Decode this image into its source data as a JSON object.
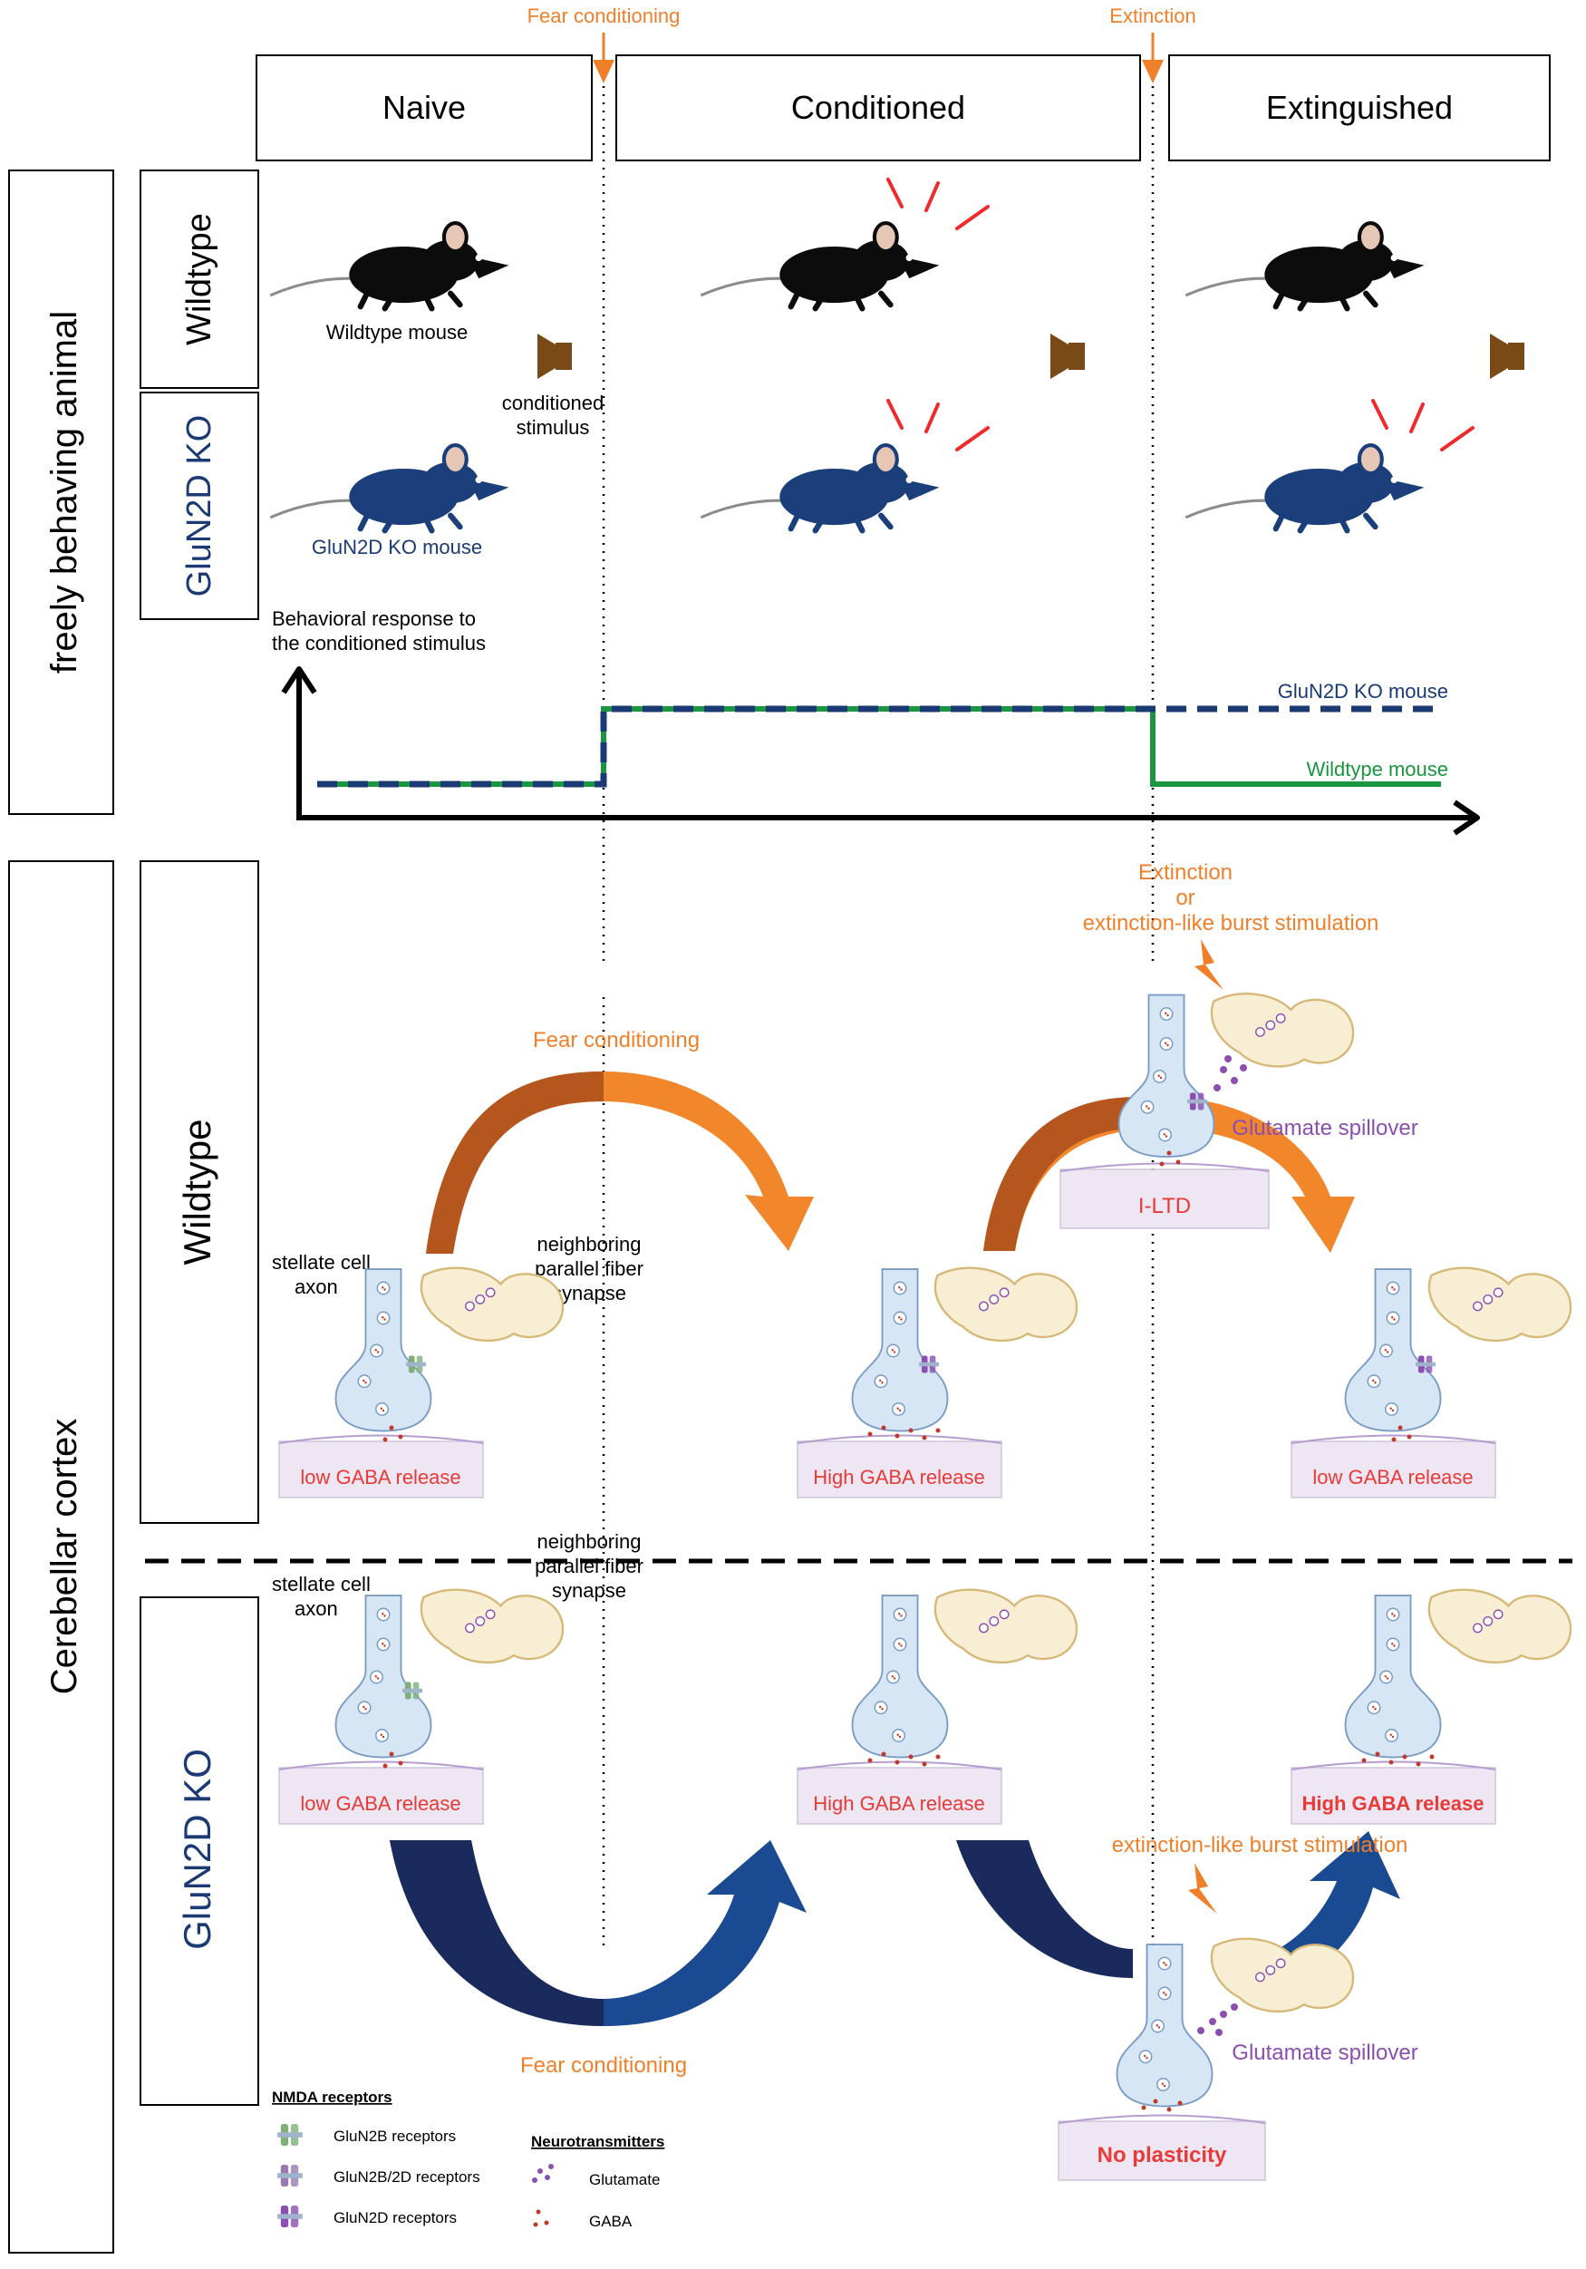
{
  "stages": {
    "naive": "Naive",
    "conditioned": "Conditioned",
    "extinguished": "Extinguished"
  },
  "transitions": {
    "fear_conditioning": "Fear conditioning",
    "extinction": "Extinction"
  },
  "sections": {
    "freely_behaving": "freely behaving animal",
    "cerebellar_cortex": "Cerebellar cortex"
  },
  "genotypes": {
    "wildtype": "Wildtype",
    "gluN2D_ko": "GluN2D KO"
  },
  "behavior": {
    "wildtype_mouse": "Wildtype mouse",
    "ko_mouse": "GluN2D KO mouse",
    "cs_line1": "conditioned",
    "cs_line2": "stimulus",
    "y_label_line1": "Behavioral response to",
    "y_label_line2": "the conditioned stimulus",
    "series_ko": "GluN2D KO mouse",
    "series_wt": "Wildtype mouse"
  },
  "chart_data": {
    "type": "line",
    "xlabel": "",
    "ylabel": "Behavioral response to the conditioned stimulus",
    "x": [
      "Naive",
      "Conditioned",
      "Extinguished"
    ],
    "series": [
      {
        "name": "GluN2D KO mouse",
        "values": [
          0,
          1,
          1
        ],
        "style": "dashed",
        "color": "#1b3a73"
      },
      {
        "name": "Wildtype mouse",
        "values": [
          0,
          1,
          0
        ],
        "style": "solid",
        "color": "#1a9641"
      }
    ]
  },
  "cortex": {
    "extinction_l1": "Extinction",
    "extinction_l2": "or",
    "extinction_l3": "extinction-like burst stimulation",
    "fear_conditioning": "Fear conditioning",
    "glutamate_spillover": "Glutamate spillover",
    "iltd": "I-LTD",
    "stellate_l1": "stellate cell",
    "stellate_l2": "axon",
    "neighbor_l1": "neighboring",
    "neighbor_l2": "parallel fiber",
    "neighbor_l3": "synapse",
    "low_gaba": "low GABA release",
    "high_gaba": "High GABA release",
    "burst_ko": "extinction-like burst stimulation",
    "no_plasticity": "No plasticity"
  },
  "legend": {
    "nmda_title": "NMDA receptors",
    "glun2b": "GluN2B receptors",
    "glun2b2d": "GluN2B/2D receptors",
    "glun2d": "GluN2D receptors",
    "nt_title": "Neurotransmitters",
    "glutamate": "Glutamate",
    "gaba": "GABA"
  },
  "colors": {
    "orange_text": "#f07f2a",
    "wt_arrow": "#f2862b",
    "wt_arrow_dark": "#b5561e",
    "ko_arrow": "#1a4a91",
    "ko_arrow_dark": "#1a2a5c",
    "ko_blue": "#1b3a73",
    "green": "#1a9641",
    "red_text": "#e83a36",
    "purple": "#8a4fb0",
    "mouse_black": "#0c0c0c",
    "mouse_blue": "#1b3f7a",
    "speaker": "#7a4a16",
    "red_lines": "#f0292b"
  }
}
